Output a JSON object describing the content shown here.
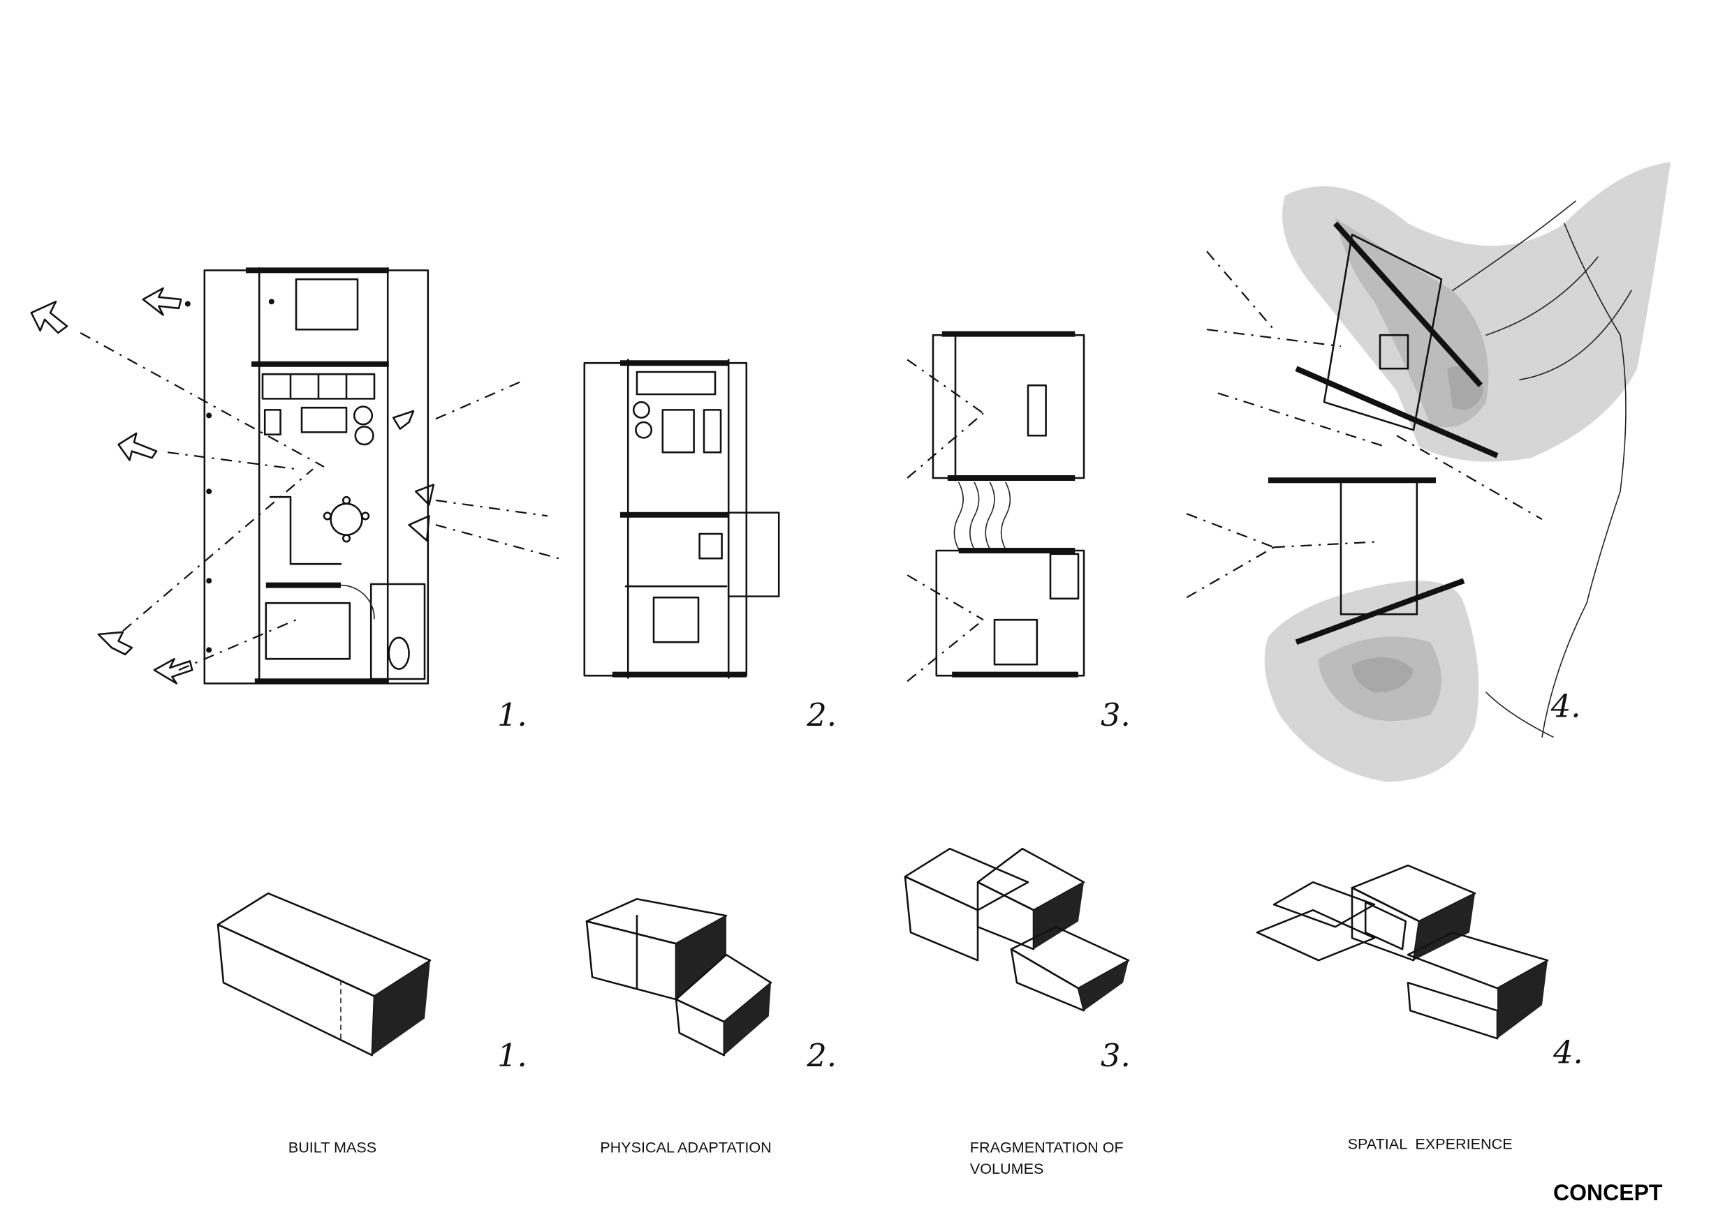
{
  "sheet": {
    "title": "CONCEPT",
    "stages": [
      {
        "number": "1.",
        "label": "BUILT MASS"
      },
      {
        "number": "2.",
        "label": "PHYSICAL ADAPTATION"
      },
      {
        "number": "3.",
        "label_line1": "FRAGMENTATION OF",
        "label_line2": "VOLUMES"
      },
      {
        "number": "4.",
        "label": "SPATIAL  EXPERIENCE"
      }
    ]
  }
}
